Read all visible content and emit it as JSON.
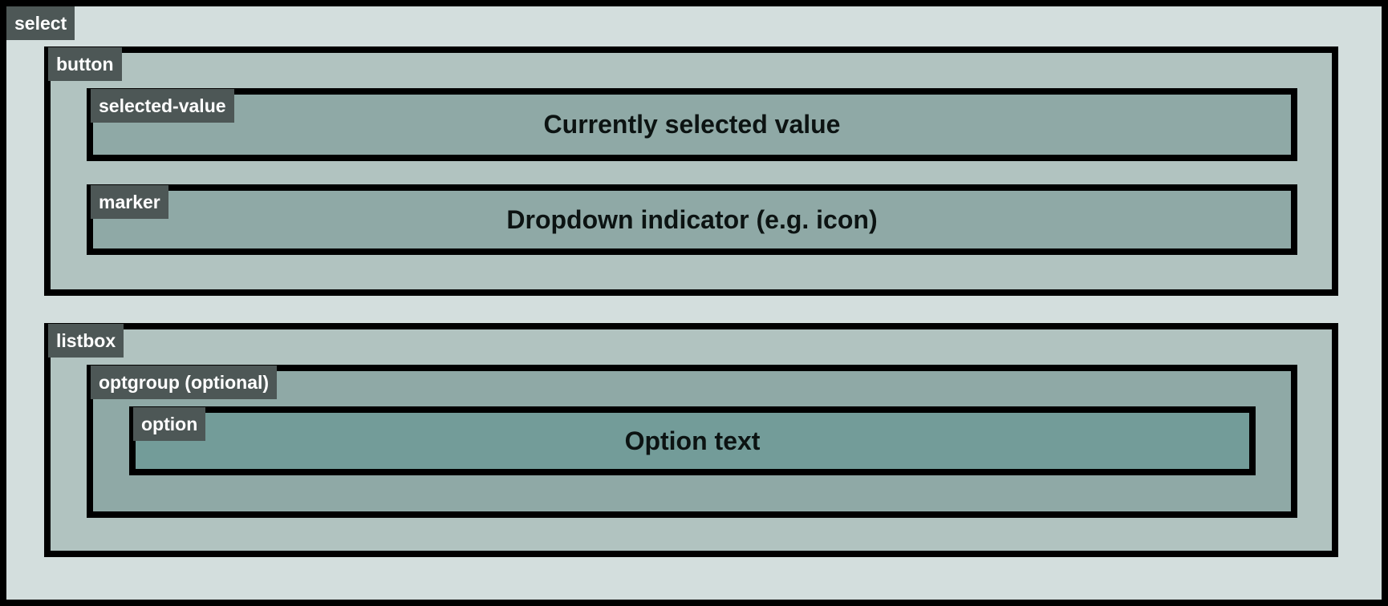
{
  "palette": {
    "frame_border": "#000000",
    "select_bg": "#d3dedd",
    "button_listbox_bg": "#b1c3c0",
    "inner_part_bg": "#8fa9a6",
    "option_bg": "#739c99",
    "tag_bg": "#4d5756",
    "tag_text": "#ffffff",
    "content_text": "#0c1312"
  },
  "diagram": {
    "select": {
      "tag": "select"
    },
    "button": {
      "tag": "button"
    },
    "selected_value": {
      "tag": "selected-value",
      "content": "Currently selected value"
    },
    "marker": {
      "tag": "marker",
      "content": "Dropdown indicator (e.g. icon)"
    },
    "listbox": {
      "tag": "listbox"
    },
    "optgroup": {
      "tag": "optgroup (optional)"
    },
    "option": {
      "tag": "option",
      "content": "Option text"
    }
  }
}
